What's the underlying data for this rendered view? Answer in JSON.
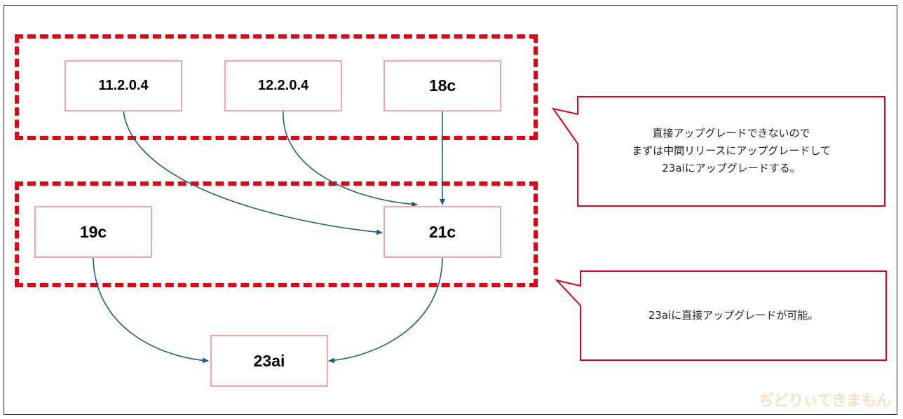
{
  "colors": {
    "dash": "#e60012",
    "node_border": "#f4a6a6",
    "edge": "#1f5f7e",
    "callout_border": "#e60012"
  },
  "nodes": {
    "v11204": "11.2.0.4",
    "v12204": "12.2.0.4",
    "v18c": "18c",
    "v19c": "19c",
    "v21c": "21c",
    "v23ai": "23ai"
  },
  "callouts": {
    "top": {
      "line1": "直接アップグレードできないので",
      "line2": "まずは中間リリースにアップグレードして",
      "line3": "23aiにアップグレードする。"
    },
    "bottom": {
      "line1": "23aiに直接アップグレードが可能。"
    }
  },
  "edges": [
    {
      "from": "11.2.0.4",
      "to": "21c"
    },
    {
      "from": "12.2.0.4",
      "to": "21c"
    },
    {
      "from": "18c",
      "to": "21c"
    },
    {
      "from": "19c",
      "to": "23ai"
    },
    {
      "from": "21c",
      "to": "23ai"
    }
  ],
  "watermark": "ぢどりぃてきまもん"
}
